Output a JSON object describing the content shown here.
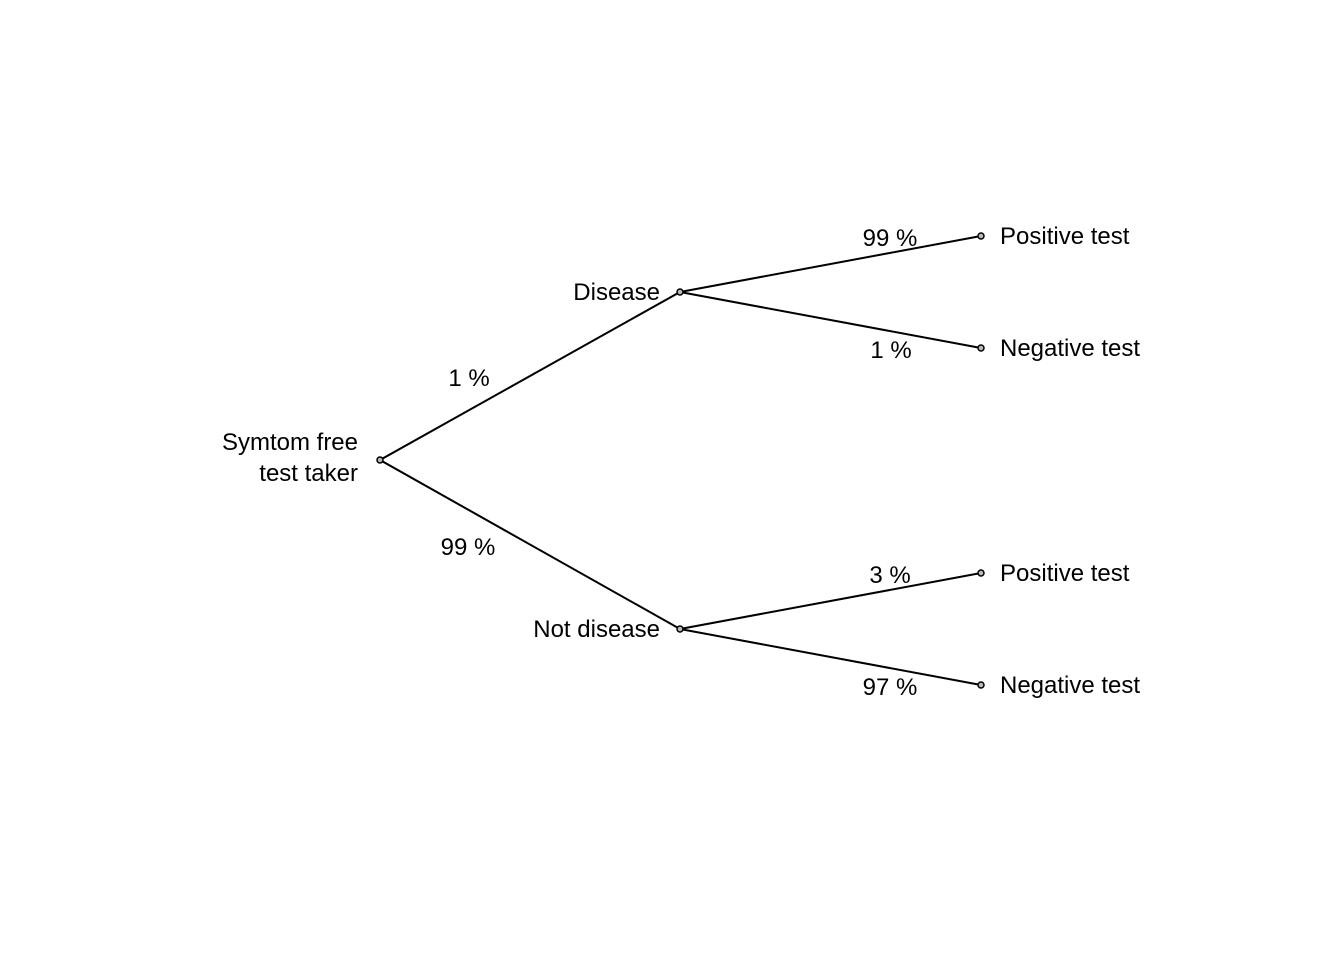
{
  "tree": {
    "root": {
      "label_line1": "Symtom free",
      "label_line2": "test taker"
    },
    "level1": [
      {
        "label": "Disease",
        "edge_label": "1 %"
      },
      {
        "label": "Not disease",
        "edge_label": "99 %"
      }
    ],
    "level2": [
      {
        "label": "Positive test",
        "edge_label": "99 %"
      },
      {
        "label": "Negative test",
        "edge_label": "1 %"
      },
      {
        "label": "Positive test",
        "edge_label": "3 %"
      },
      {
        "label": "Negative test",
        "edge_label": "97 %"
      }
    ]
  }
}
